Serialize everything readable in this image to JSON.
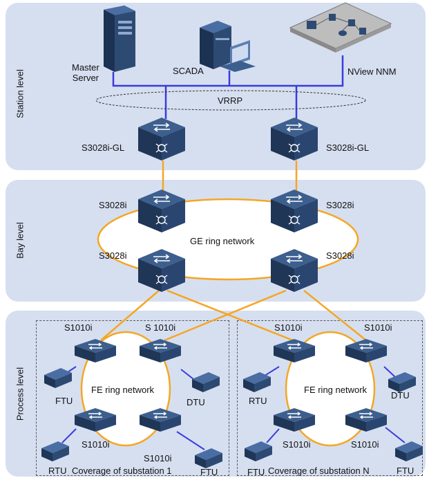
{
  "levels": {
    "station": "Station level",
    "bay": "Bay level",
    "process": "Process level"
  },
  "station": {
    "master_server": "Master\nServer",
    "scada": "SCADA",
    "nview": "NView NNM",
    "vrrp": "VRRP",
    "switch_left": "S3028i-GL",
    "switch_right": "S3028i-GL"
  },
  "bay": {
    "switch_tl": "S3028i",
    "switch_tr": "S3028i",
    "switch_bl": "S3028i",
    "switch_br": "S3028i",
    "ring": "GE ring network"
  },
  "process": {
    "sub1": {
      "switch_tl": "S1010i",
      "switch_tr": "S 1010i",
      "switch_bl": "S1010i",
      "switch_br": "S1010i",
      "ring": "FE ring network",
      "dev_left_top": "FTU",
      "dev_right_top": "DTU",
      "dev_left_bottom": "RTU",
      "dev_right_bottom": "FTU",
      "coverage": "Coverage of substation 1"
    },
    "subN": {
      "switch_tl": "S1010i",
      "switch_tr": "S1010i",
      "switch_bl": "S1010i",
      "switch_br": "S1010i",
      "ring": "FE ring network",
      "dev_left_top": "RTU",
      "dev_right_top": "DTU",
      "dev_left_bottom": "FTU",
      "dev_right_bottom": "FTU",
      "coverage": "Coverage of substation N"
    }
  },
  "colors": {
    "panel": "#d6dff0",
    "ring": "#f5a623",
    "uplink": "#3a3adf",
    "switch": "#2d4a73"
  }
}
